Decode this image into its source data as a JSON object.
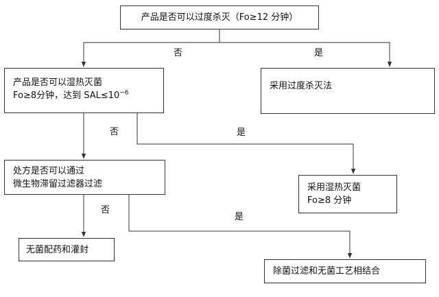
{
  "nodes": {
    "n1": {
      "line1": "产品是否可以过度杀灭（Fo≥12 分钟）"
    },
    "n2": {
      "line1": "产品是否可以湿热灭菌",
      "line2_pre": "Fo≥8分钟，达到 SAL≤10",
      "line2_sup": "−6"
    },
    "n3": {
      "line1": "采用过度杀灭法"
    },
    "n4": {
      "line1": "处方是否可以通过",
      "line2": "微生物滞留过滤器过滤"
    },
    "n5": {
      "line1": "采用湿热灭菌",
      "line2": "Fo≥8 分钟"
    },
    "n6": {
      "line1": "无菌配药和灌封"
    },
    "n7": {
      "line1": "除菌过滤和无菌工艺相结合"
    }
  },
  "labels": {
    "no1": "否",
    "yes1": "是",
    "no2": "否",
    "yes2": "是",
    "no3": "否",
    "yes3": "是"
  }
}
